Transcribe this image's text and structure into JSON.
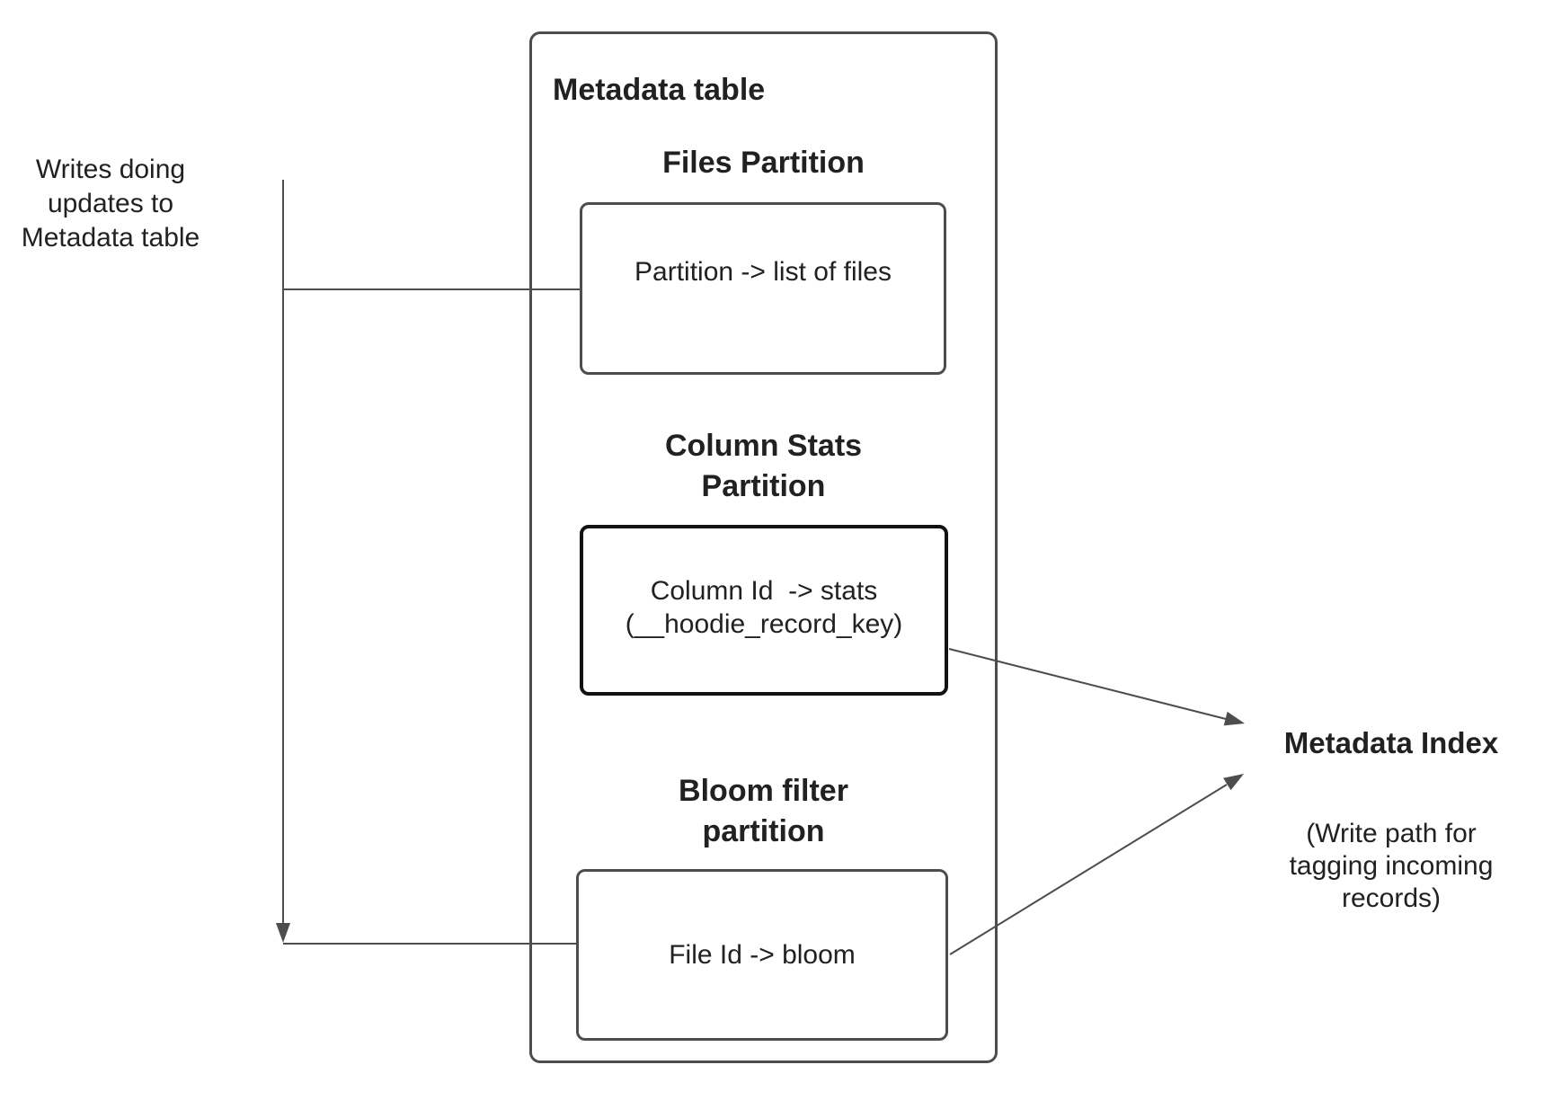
{
  "colors": {
    "background": "#ffffff",
    "border-gray": "#4d4d4d",
    "border-black": "#121212",
    "arrow": "#4d4d4d",
    "text": "#212121"
  },
  "left_note": {
    "text": "Writes doing\nupdates to\nMetadata table"
  },
  "metadata_table": {
    "title": "Metadata table",
    "sections": [
      {
        "heading": "Files Partition",
        "box_text": "Partition -> list of files"
      },
      {
        "heading": "Column Stats\nPartition",
        "box_text": "Column Id  -> stats\n(__hoodie_record_key)"
      },
      {
        "heading": "Bloom filter\npartition",
        "box_text": "File Id -> bloom"
      }
    ]
  },
  "metadata_index": {
    "title": "Metadata Index",
    "subtitle": "(Write path for\ntagging incoming\nrecords)"
  }
}
